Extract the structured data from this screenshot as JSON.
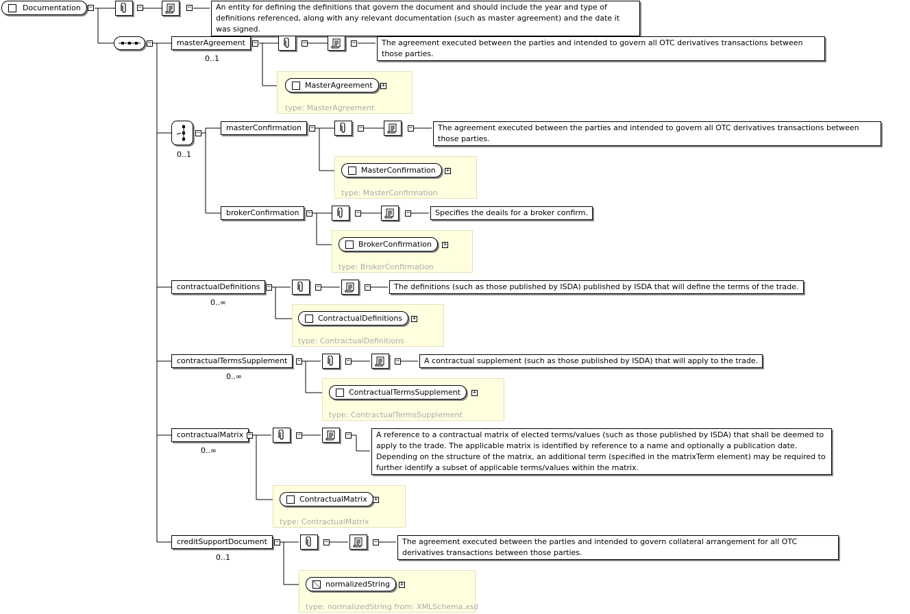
{
  "root": {
    "label": "Documentation",
    "annotation": "An entity for defining the definitions that govern the document and should include the year and type of definitions referenced, along with any relevant documentation (such as master agreement) and the date it was signed."
  },
  "elements": {
    "masterAgreement": {
      "label": "masterAgreement",
      "cardinality": "0..1",
      "annotation": "The agreement executed between the parties and intended to govern all OTC derivatives transactions between those parties.",
      "type_name": "MasterAgreement",
      "type_label": "type: MasterAgreement"
    },
    "choice_cardinality": "0..1",
    "masterConfirmation": {
      "label": "masterConfirmation",
      "annotation": "The agreement executed between the parties and intended to govern all OTC derivatives transactions between those parties.",
      "type_name": "MasterConfirmation",
      "type_label": "type: MasterConfirmation"
    },
    "brokerConfirmation": {
      "label": "brokerConfirmation",
      "annotation": "Specifies the deails for a broker confirm.",
      "type_name": "BrokerConfirmation",
      "type_label": "type: BrokerConfirmation"
    },
    "contractualDefinitions": {
      "label": "contractualDefinitions",
      "cardinality": "0..∞",
      "annotation": "The definitions (such as those published by ISDA) published by ISDA that will define the terms of the trade.",
      "type_name": "ContractualDefinitions",
      "type_label": "type: ContractualDefinitions"
    },
    "contractualTermsSupplement": {
      "label": "contractualTermsSupplement",
      "cardinality": "0..∞",
      "annotation": "A contractual supplement (such as those published by ISDA) that will apply to the trade.",
      "type_name": "ContractualTermsSupplement",
      "type_label": "type: ContractualTermsSupplement"
    },
    "contractualMatrix": {
      "label": "contractualMatrix",
      "cardinality": "0..∞",
      "annotation": "A reference to a contractual matrix of elected terms/values (such as those published by ISDA) that shall be deemed to apply to the trade. The applicable matrix is identified by reference to a name and optionally a publication date. Depending on the structure of the matrix, an additional term (specified in the matrixTerm element) may be required to further identify a subset of applicable terms/values within the matrix.",
      "type_name": "ContractualMatrix",
      "type_label": "type: ContractualMatrix"
    },
    "creditSupportDocument": {
      "label": "creditSupportDocument",
      "cardinality": "0..1",
      "annotation": "The agreement executed between the parties and intended to govern collateral arrangement for all OTC derivatives transactions between those parties.",
      "type_name": "normalizedString",
      "type_label": "type: normalizedString from: XMLSchema.xsd"
    }
  },
  "symbols": {
    "collapse": "−",
    "expand": "+"
  },
  "icons": {
    "attachment": "paperclip-icon",
    "annotation": "scroll-icon",
    "sequence": "sequence-icon",
    "choice": "choice-icon"
  }
}
